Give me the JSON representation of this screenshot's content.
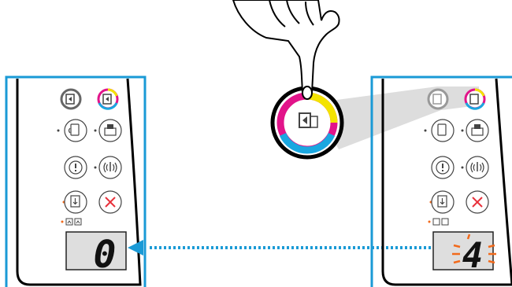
{
  "colors": {
    "frame_blue": "#1a9ad6",
    "arrow_blue": "#1a9ad6",
    "cyan": "#1aa7e0",
    "magenta": "#e2148a",
    "yellow": "#f3e300",
    "cancel_red": "#e8303a",
    "blink_orange": "#f26a1b",
    "panel_gray": "#d9d9d9"
  },
  "left_panel": {
    "display_value": "0",
    "buttons": [
      "copy-black-icon",
      "copy-color-icon",
      "info-icon",
      "print-scan-icon",
      "attention-icon",
      "wireless-icon",
      "resume-icon",
      "cancel-icon"
    ],
    "ink_icons": [
      "ink-black-icon",
      "ink-color-icon"
    ]
  },
  "right_panel": {
    "display_value": "4",
    "display_state": "blinking",
    "buttons": [
      "copy-black-icon",
      "copy-color-icon",
      "info-icon",
      "print-scan-icon",
      "attention-icon",
      "wireless-icon",
      "resume-icon",
      "cancel-icon"
    ],
    "ink_icons": [
      "ink-black-icon",
      "ink-color-icon"
    ]
  },
  "callout": {
    "button": "color-copy-button",
    "action": "press"
  },
  "arrow": {
    "direction": "left",
    "style": "dotted"
  }
}
